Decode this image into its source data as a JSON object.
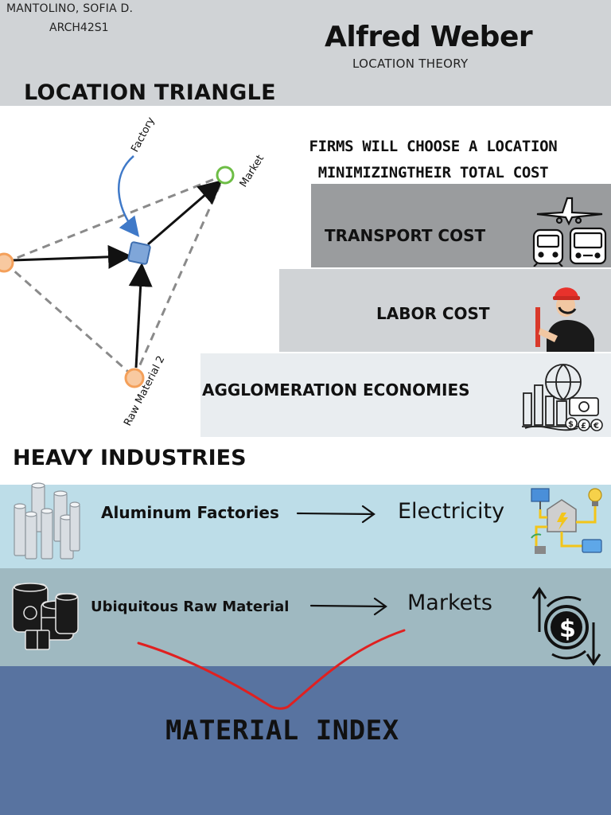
{
  "header": {
    "author": "MANTOLINO, SOFIA D.",
    "course": "ARCH42S1",
    "title": "Alfred Weber",
    "subtitle": "LOCATION THEORY"
  },
  "triangle": {
    "heading": "LOCATION TRIANGLE",
    "labels": {
      "factory": "Factory",
      "market": "Market",
      "raw_material_2": "Raw Material 2"
    },
    "colors": {
      "market_node": "#6dbd45",
      "raw_node": "#f4a05a",
      "factory_node": "#7fa6d9",
      "factory_arrow": "#3f79c8"
    }
  },
  "tagline": {
    "line1": "FIRMS WILL CHOOSE A LOCATION",
    "line2": "MINIMIZINGTHEIR TOTAL COST"
  },
  "costs": {
    "transport": "TRANSPORT COST",
    "labor": "LABOR COST",
    "agglomeration": "AGGLOMERATION ECONOMIES",
    "icons": [
      "airplane-train-bus-icon",
      "construction-worker-icon",
      "city-globe-money-icon"
    ]
  },
  "heavy": {
    "heading": "HEAVY INDUSTRIES",
    "rows": [
      {
        "label": "Aluminum Factories",
        "target": "Electricity",
        "icon_left": "aluminum-cylinders-icon",
        "icon_right": "power-grid-icon"
      },
      {
        "label": "Ubiquitous Raw Material",
        "target": "Markets",
        "icon_left": "barrels-icon",
        "icon_right": "dollar-cycle-icon"
      }
    ],
    "footer": "MATERIAL INDEX",
    "colors": {
      "band1": "#bddde8",
      "band2": "#9fb9c1",
      "band3": "#5873a0",
      "v_mark": "#e02020"
    }
  }
}
